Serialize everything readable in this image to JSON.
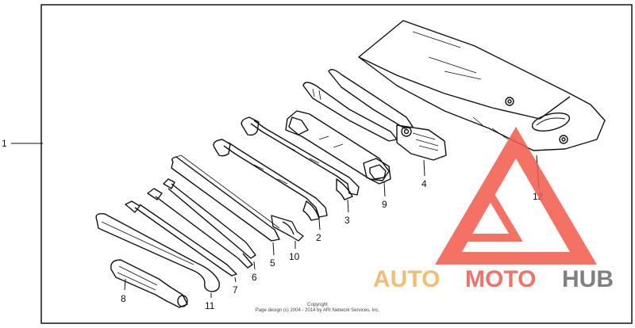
{
  "diagram": {
    "callouts": {
      "c1": "1",
      "c2": "2",
      "c3": "3",
      "c4": "4",
      "c5": "5",
      "c6": "6",
      "c7": "7",
      "c8": "8",
      "c9": "9",
      "c10": "10",
      "c11": "11",
      "c12": "12"
    },
    "copyright_line1": "Copyright",
    "copyright_line2": "Page design (c) 2004 - 2014 by ARI Network Services, Inc."
  },
  "watermark": {
    "part1": "AUTO",
    "part2": "MOTO",
    "part3": "HUB",
    "colors": {
      "orange": "#f2b25a",
      "red": "#ef5a4f",
      "gray": "#6b6b6b",
      "triangle": "#f15a4a"
    }
  },
  "colors": {
    "line": "#111111",
    "frame": "#222222"
  }
}
